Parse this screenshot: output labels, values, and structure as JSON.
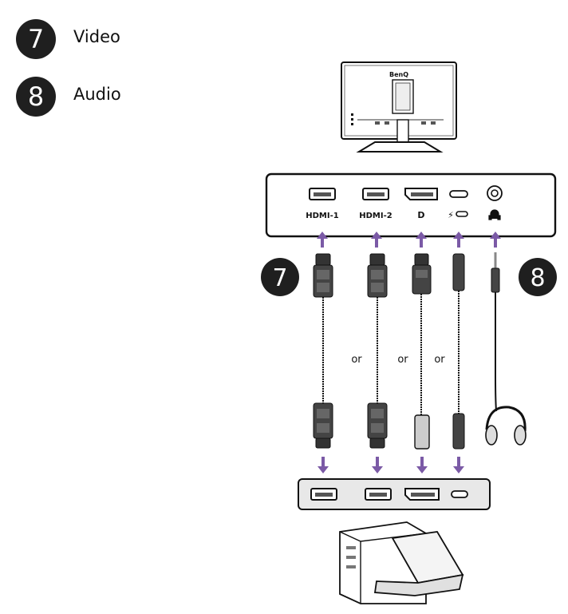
{
  "legend": [
    {
      "number": "7",
      "label": "Video"
    },
    {
      "number": "8",
      "label": "Audio"
    }
  ],
  "monitor": {
    "brand": "BenQ"
  },
  "ports": {
    "hdmi1": "HDMI-1",
    "hdmi2": "HDMI-2",
    "displayport": "D",
    "thunderbolt": "⚡"
  },
  "callouts": {
    "video": "7",
    "audio": "8"
  },
  "or_labels": [
    "or",
    "or",
    "or"
  ]
}
